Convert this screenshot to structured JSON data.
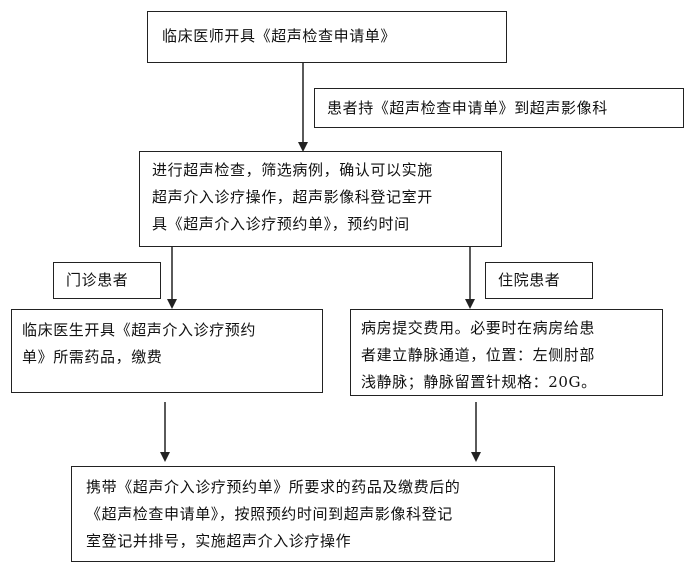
{
  "flowchart": {
    "step1": {
      "text": "临床医师开具《超声检查申请单》"
    },
    "label_to_imaging": {
      "text": "患者持《超声检查申请单》到超声影像科"
    },
    "step2": {
      "lines": [
        "进行超声检查，筛选病例，确认可以实施",
        "超声介入诊疗操作，超声影像科登记室开",
        "具《超声介入诊疗预约单》，预约时间"
      ]
    },
    "branch_outpatient": {
      "label": "门诊患者",
      "lines": [
        "临床医生开具《超声介入诊疗预约",
        "单》所需药品，缴费"
      ]
    },
    "branch_inpatient": {
      "label": "住院患者",
      "lines": [
        "病房提交费用。必要时在病房给患",
        "者建立静脉通道，位置：左侧肘部",
        "浅静脉；静脉留置针规格：20G。"
      ]
    },
    "final_step": {
      "lines": [
        "携带《超声介入诊疗预约单》所要求的药品及缴费后的",
        "《超声检查申请单》，按照预约时间到超声影像科登记",
        "室登记并排号，实施超声介入诊疗操作"
      ]
    }
  }
}
